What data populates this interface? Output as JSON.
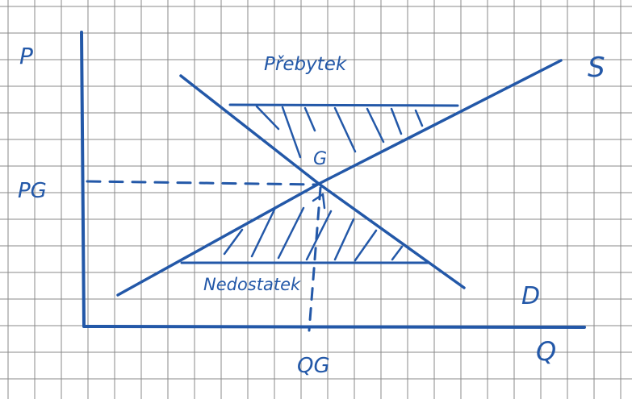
{
  "diagram": {
    "axis_labels": {
      "y": "P",
      "x": "Q"
    },
    "equilibrium_labels": {
      "price": "PG",
      "quantity": "QG"
    },
    "curve_labels": {
      "supply": "S",
      "demand": "D"
    },
    "region_labels": {
      "surplus": "Přebytek",
      "shortage": "Nedostatek"
    },
    "marker": "G",
    "colors": {
      "ink": "#2358a8",
      "grid": "#8a8a8a",
      "paper": "#ffffff"
    }
  }
}
